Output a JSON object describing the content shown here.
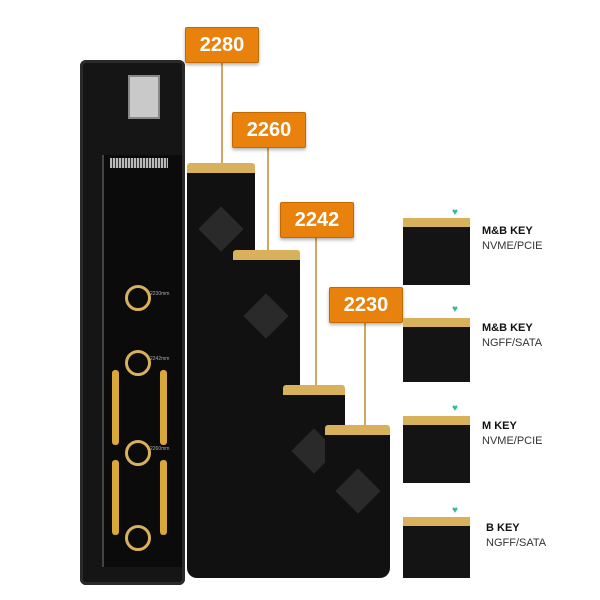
{
  "sizes": {
    "s2280": "2280",
    "s2260": "2260",
    "s2242": "2242",
    "s2230": "2230"
  },
  "board_marks": {
    "m2230": "2230mm",
    "m2242": "2242mm",
    "m2260": "2260mm"
  },
  "keys": [
    {
      "title": "M&B KEY",
      "sub": "NVME/PCIE"
    },
    {
      "title": "M&B KEY",
      "sub": "NGFF/SATA"
    },
    {
      "title": "M KEY",
      "sub": "NVME/PCIE"
    },
    {
      "title": "B KEY",
      "sub": "NGFF/SATA"
    }
  ],
  "colors": {
    "tag": "#e8820c",
    "gold": "#d9b15a",
    "heart": "#39b89a"
  }
}
